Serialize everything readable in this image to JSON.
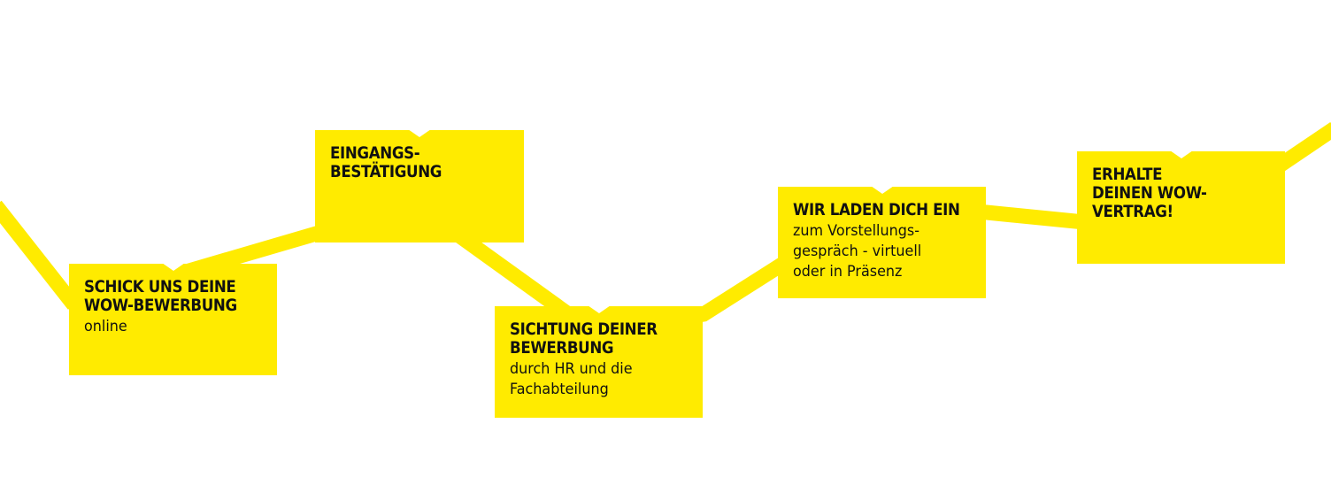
{
  "theme": {
    "accent": "#FFEB00",
    "text": "#111111",
    "background": "#FFFFFF"
  },
  "steps": [
    {
      "title": [
        "SCHICK UNS DEINE",
        "WOW-BEWERBUNG"
      ],
      "text": [
        "online"
      ]
    },
    {
      "title": [
        "EINGANGS-",
        "BESTÄTIGUNG"
      ],
      "text": []
    },
    {
      "title": [
        "SICHTUNG DEINER",
        "BEWERBUNG"
      ],
      "text": [
        "durch HR und die",
        "Fachabteilung"
      ]
    },
    {
      "title": [
        "WIR LADEN DICH EIN"
      ],
      "text": [
        "zum Vorstellungs-",
        "gespräch - virtuell",
        "oder in Präsenz"
      ]
    },
    {
      "title": [
        "ERHALTE",
        "DEINEN WOW-",
        "VERTRAG!"
      ],
      "text": []
    }
  ]
}
